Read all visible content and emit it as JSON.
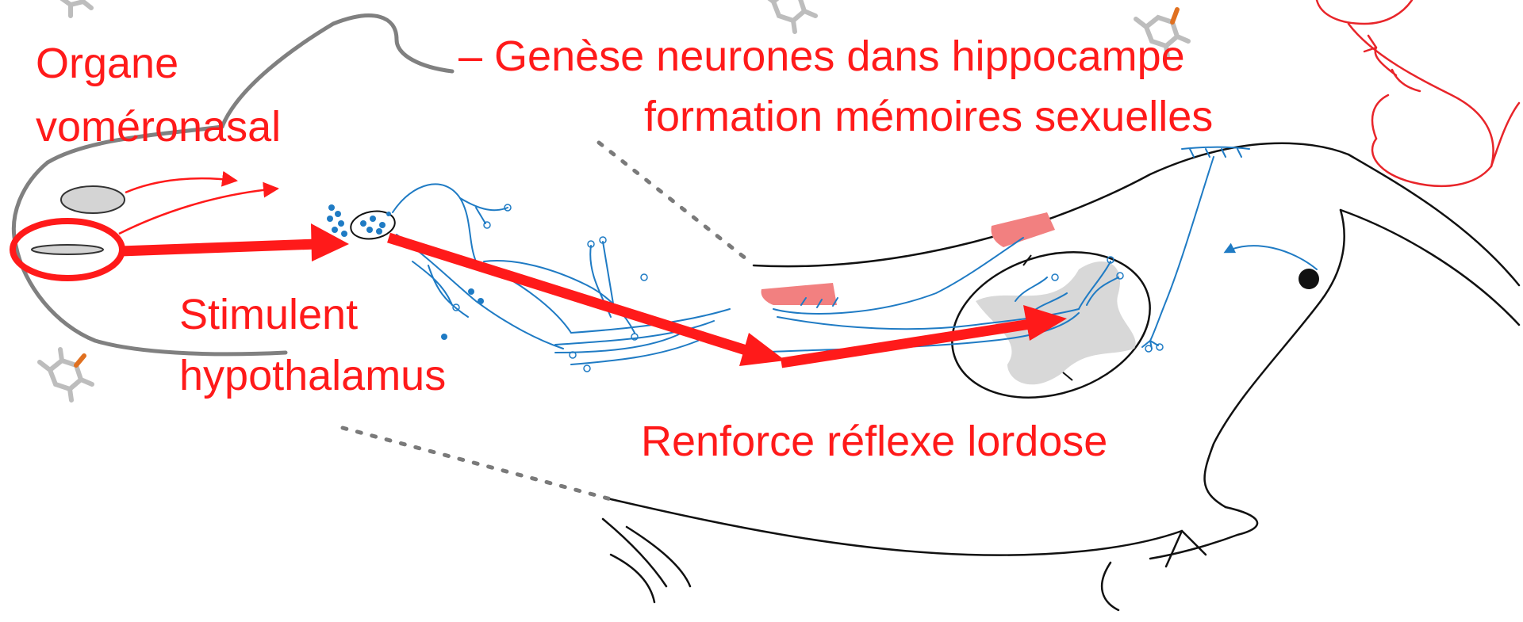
{
  "labels": {
    "vno_line1": "Organe",
    "vno_line2": "voméronasal",
    "genesis": "– Genèse neurones dans hippocampe",
    "memory": "formation mémoires sexuelles",
    "stim_line1": "Stimulent",
    "stim_line2": "hypothalamus",
    "lordosis": "Renforce réflexe lordose"
  },
  "colors": {
    "annotation_red": "#ff1a1a",
    "outline_black": "#111111",
    "head_gray": "#808080",
    "neuron_blue": "#1f7bc4",
    "muscle_pink": "#f28080",
    "cord_gray": "#d8d8d8",
    "molecule_gray": "#bdbdbd",
    "molecule_orange": "#e07020"
  },
  "icons": [
    "molecule-icon",
    "mouse-outline-icon",
    "neuron-network-icon",
    "arrow-icon"
  ]
}
